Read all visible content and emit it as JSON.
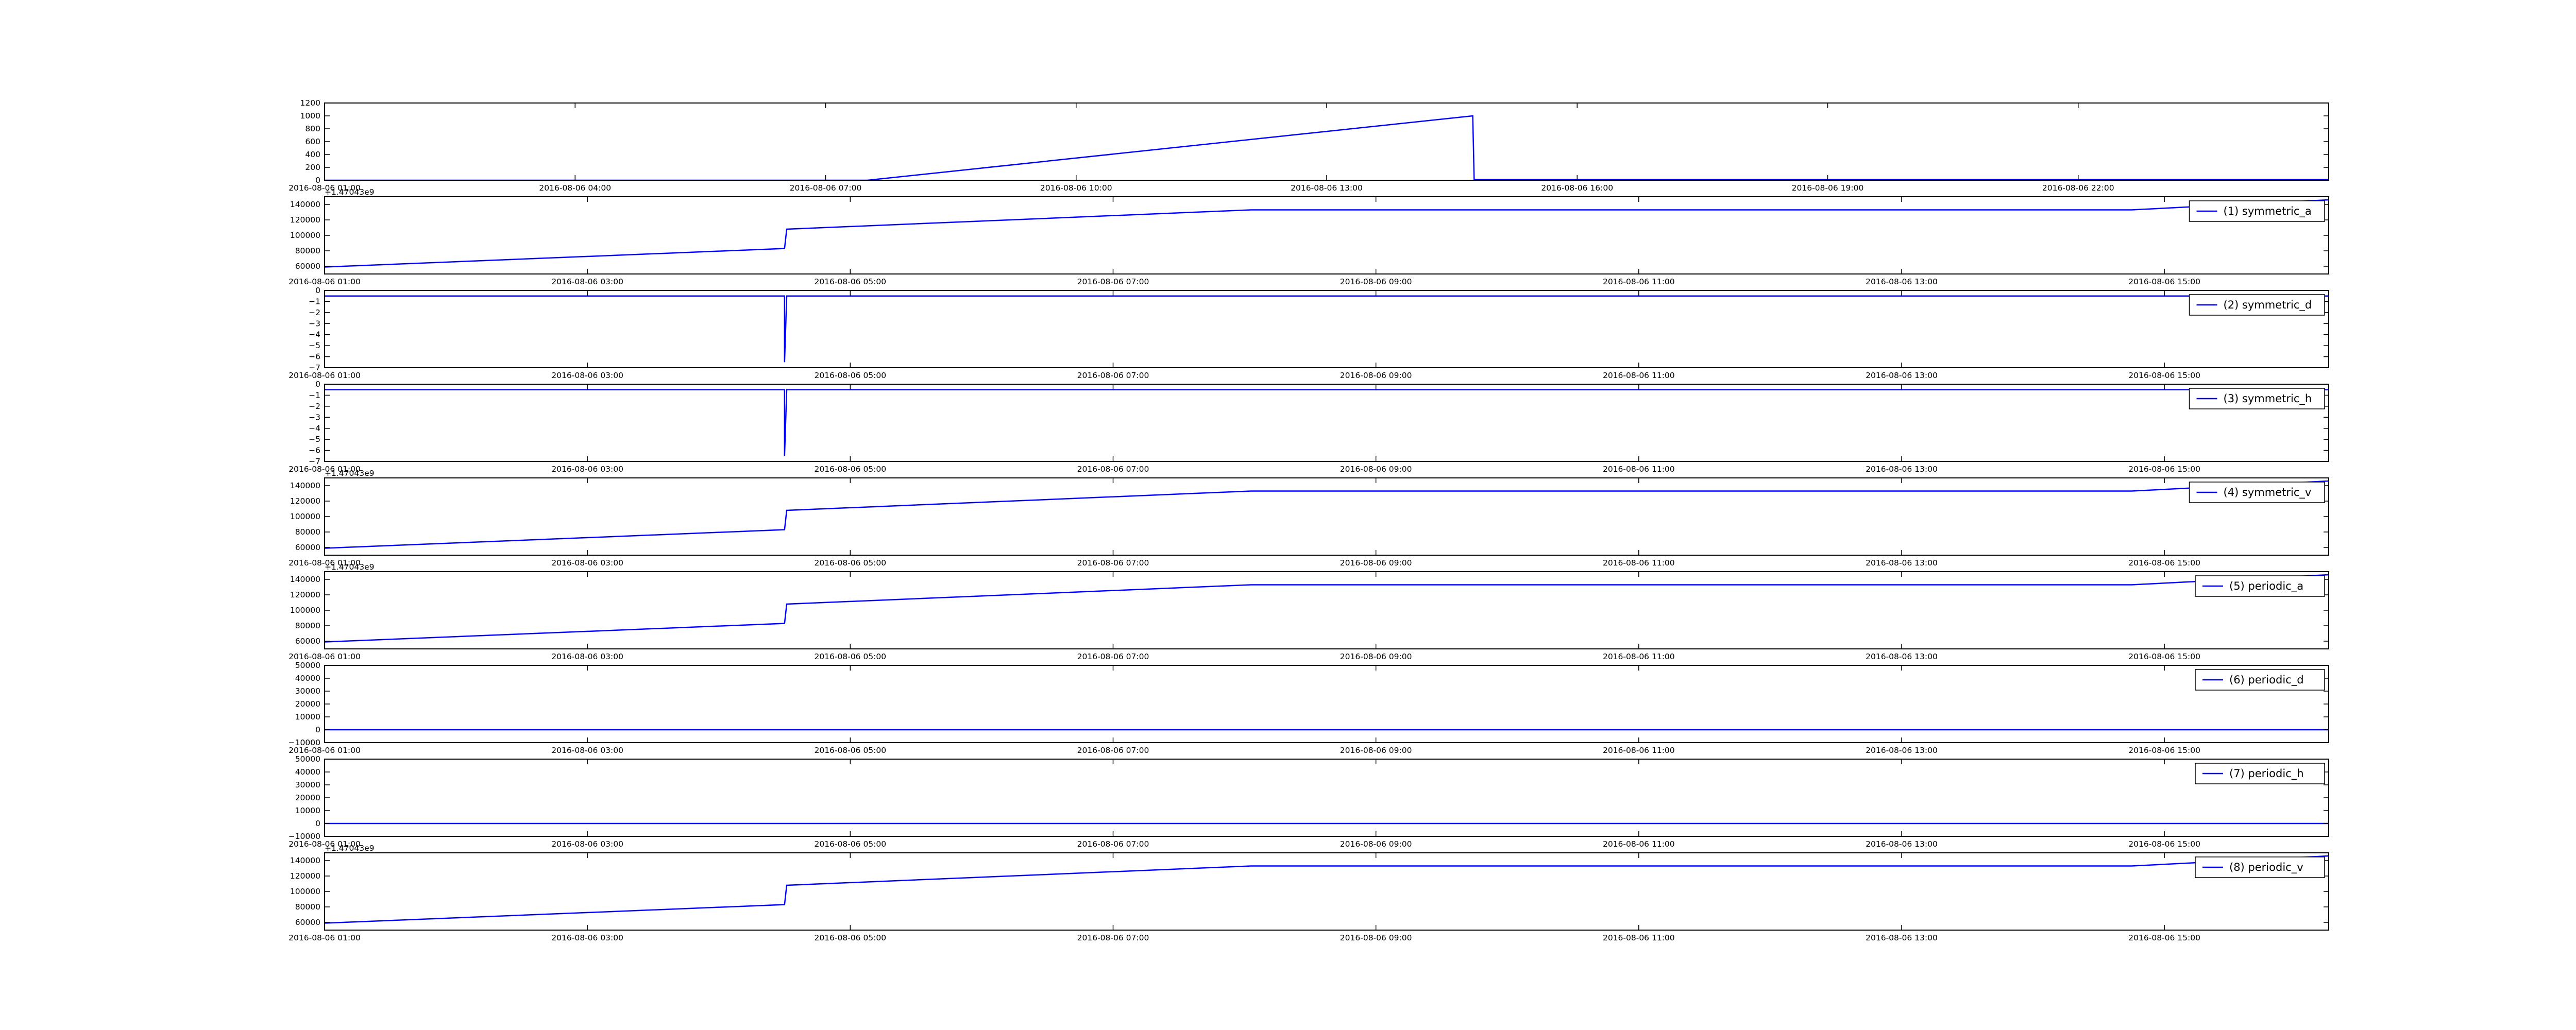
{
  "chart_data": [
    {
      "type": "line",
      "color": "#0000ff",
      "offset_label": "",
      "ylim": [
        0,
        1200
      ],
      "yticks": [
        0,
        200,
        400,
        600,
        800,
        1000,
        1200
      ],
      "ytick_labels": [
        "0",
        "200",
        "400",
        "600",
        "800",
        "1000",
        "1200"
      ],
      "xlim": [
        "2016-08-06 01:00",
        "2016-08-07 01:00"
      ],
      "xtick_labels": [
        "2016-08-06 01:00",
        "2016-08-06 04:00",
        "2016-08-06 07:00",
        "2016-08-06 10:00",
        "2016-08-06 13:00",
        "2016-08-06 16:00",
        "2016-08-06 19:00",
        "2016-08-06 22:00"
      ],
      "legend": "",
      "series": [
        {
          "x": [
            "2016-08-06 01:00",
            "2016-08-06 07:30",
            "2016-08-06 14:45",
            "2016-08-06 14:46",
            "2016-08-07 01:00"
          ],
          "y": [
            0,
            0,
            1000,
            10,
            10
          ]
        }
      ]
    },
    {
      "type": "line",
      "color": "#0000ff",
      "offset_label": "+1.47043e9",
      "ylim": [
        50000,
        150000
      ],
      "yticks": [
        60000,
        80000,
        100000,
        120000,
        140000
      ],
      "ytick_labels": [
        "60000",
        "80000",
        "100000",
        "120000",
        "140000"
      ],
      "xlim": [
        "2016-08-06 01:00",
        "2016-08-06 16:15"
      ],
      "xtick_labels": [
        "2016-08-06 01:00",
        "2016-08-06 03:00",
        "2016-08-06 05:00",
        "2016-08-06 07:00",
        "2016-08-06 09:00",
        "2016-08-06 11:00",
        "2016-08-06 13:00",
        "2016-08-06 15:00"
      ],
      "legend": "(1) symmetric_a",
      "series": [
        {
          "x": [
            "2016-08-06 01:00",
            "2016-08-06 04:30",
            "2016-08-06 04:31",
            "2016-08-06 08:03",
            "2016-08-06 14:45",
            "2016-08-06 16:15"
          ],
          "y": [
            59000,
            83000,
            108000,
            133000,
            133000,
            146000
          ]
        }
      ]
    },
    {
      "type": "line",
      "color": "#0000ff",
      "offset_label": "",
      "ylim": [
        -7,
        0
      ],
      "yticks": [
        -7,
        -6,
        -5,
        -4,
        -3,
        -2,
        -1,
        0
      ],
      "ytick_labels": [
        "−7",
        "−6",
        "−5",
        "−4",
        "−3",
        "−2",
        "−1",
        "0"
      ],
      "xlim": [
        "2016-08-06 01:00",
        "2016-08-06 16:15"
      ],
      "xtick_labels": [
        "2016-08-06 01:00",
        "2016-08-06 03:00",
        "2016-08-06 05:00",
        "2016-08-06 07:00",
        "2016-08-06 09:00",
        "2016-08-06 11:00",
        "2016-08-06 13:00",
        "2016-08-06 15:00"
      ],
      "legend": "(2) symmetric_d",
      "series": [
        {
          "x": [
            "2016-08-06 01:00",
            "2016-08-06 04:30",
            "2016-08-06 04:30",
            "2016-08-06 04:31",
            "2016-08-06 16:15"
          ],
          "y": [
            -0.5,
            -0.5,
            -6.5,
            -0.5,
            -0.5
          ]
        }
      ]
    },
    {
      "type": "line",
      "color": "#0000ff",
      "offset_label": "",
      "ylim": [
        -7,
        0
      ],
      "yticks": [
        -7,
        -6,
        -5,
        -4,
        -3,
        -2,
        -1,
        0
      ],
      "ytick_labels": [
        "−7",
        "−6",
        "−5",
        "−4",
        "−3",
        "−2",
        "−1",
        "0"
      ],
      "xlim": [
        "2016-08-06 01:00",
        "2016-08-06 16:15"
      ],
      "xtick_labels": [
        "2016-08-06 01:00",
        "2016-08-06 03:00",
        "2016-08-06 05:00",
        "2016-08-06 07:00",
        "2016-08-06 09:00",
        "2016-08-06 11:00",
        "2016-08-06 13:00",
        "2016-08-06 15:00"
      ],
      "legend": "(3) symmetric_h",
      "series": [
        {
          "x": [
            "2016-08-06 01:00",
            "2016-08-06 04:30",
            "2016-08-06 04:30",
            "2016-08-06 04:31",
            "2016-08-06 16:15"
          ],
          "y": [
            -0.5,
            -0.5,
            -6.5,
            -0.5,
            -0.5
          ]
        }
      ]
    },
    {
      "type": "line",
      "color": "#0000ff",
      "offset_label": "+1.47043e9",
      "ylim": [
        50000,
        150000
      ],
      "yticks": [
        60000,
        80000,
        100000,
        120000,
        140000
      ],
      "ytick_labels": [
        "60000",
        "80000",
        "100000",
        "120000",
        "140000"
      ],
      "xlim": [
        "2016-08-06 01:00",
        "2016-08-06 16:15"
      ],
      "xtick_labels": [
        "2016-08-06 01:00",
        "2016-08-06 03:00",
        "2016-08-06 05:00",
        "2016-08-06 07:00",
        "2016-08-06 09:00",
        "2016-08-06 11:00",
        "2016-08-06 13:00",
        "2016-08-06 15:00"
      ],
      "legend": "(4) symmetric_v",
      "series": [
        {
          "x": [
            "2016-08-06 01:00",
            "2016-08-06 04:30",
            "2016-08-06 04:31",
            "2016-08-06 08:03",
            "2016-08-06 14:45",
            "2016-08-06 16:15"
          ],
          "y": [
            59000,
            83000,
            108000,
            133000,
            133000,
            146000
          ]
        }
      ]
    },
    {
      "type": "line",
      "color": "#0000ff",
      "offset_label": "+1.47043e9",
      "ylim": [
        50000,
        150000
      ],
      "yticks": [
        60000,
        80000,
        100000,
        120000,
        140000
      ],
      "ytick_labels": [
        "60000",
        "80000",
        "100000",
        "120000",
        "140000"
      ],
      "xlim": [
        "2016-08-06 01:00",
        "2016-08-06 16:15"
      ],
      "xtick_labels": [
        "2016-08-06 01:00",
        "2016-08-06 03:00",
        "2016-08-06 05:00",
        "2016-08-06 07:00",
        "2016-08-06 09:00",
        "2016-08-06 11:00",
        "2016-08-06 13:00",
        "2016-08-06 15:00"
      ],
      "legend": "(5) periodic_a",
      "series": [
        {
          "x": [
            "2016-08-06 01:00",
            "2016-08-06 04:30",
            "2016-08-06 04:31",
            "2016-08-06 08:03",
            "2016-08-06 14:45",
            "2016-08-06 16:15"
          ],
          "y": [
            59000,
            83000,
            108000,
            133000,
            133000,
            146000
          ]
        }
      ]
    },
    {
      "type": "line",
      "color": "#0000ff",
      "offset_label": "",
      "ylim": [
        -10000,
        50000
      ],
      "yticks": [
        -10000,
        0,
        10000,
        20000,
        30000,
        40000,
        50000
      ],
      "ytick_labels": [
        "−10000",
        "0",
        "10000",
        "20000",
        "30000",
        "40000",
        "50000"
      ],
      "xlim": [
        "2016-08-06 01:00",
        "2016-08-06 16:15"
      ],
      "xtick_labels": [
        "2016-08-06 01:00",
        "2016-08-06 03:00",
        "2016-08-06 05:00",
        "2016-08-06 07:00",
        "2016-08-06 09:00",
        "2016-08-06 11:00",
        "2016-08-06 13:00",
        "2016-08-06 15:00"
      ],
      "legend": "(6) periodic_d",
      "series": [
        {
          "x": [
            "2016-08-06 01:00",
            "2016-08-06 16:15"
          ],
          "y": [
            0,
            0
          ]
        }
      ]
    },
    {
      "type": "line",
      "color": "#0000ff",
      "offset_label": "",
      "ylim": [
        -10000,
        50000
      ],
      "yticks": [
        -10000,
        0,
        10000,
        20000,
        30000,
        40000,
        50000
      ],
      "ytick_labels": [
        "−10000",
        "0",
        "10000",
        "20000",
        "30000",
        "40000",
        "50000"
      ],
      "xlim": [
        "2016-08-06 01:00",
        "2016-08-06 16:15"
      ],
      "xtick_labels": [
        "2016-08-06 01:00",
        "2016-08-06 03:00",
        "2016-08-06 05:00",
        "2016-08-06 07:00",
        "2016-08-06 09:00",
        "2016-08-06 11:00",
        "2016-08-06 13:00",
        "2016-08-06 15:00"
      ],
      "legend": "(7) periodic_h",
      "series": [
        {
          "x": [
            "2016-08-06 01:00",
            "2016-08-06 16:15"
          ],
          "y": [
            0,
            0
          ]
        }
      ]
    },
    {
      "type": "line",
      "color": "#0000ff",
      "offset_label": "+1.47043e9",
      "ylim": [
        50000,
        150000
      ],
      "yticks": [
        60000,
        80000,
        100000,
        120000,
        140000
      ],
      "ytick_labels": [
        "60000",
        "80000",
        "100000",
        "120000",
        "140000"
      ],
      "xlim": [
        "2016-08-06 01:00",
        "2016-08-06 16:15"
      ],
      "xtick_labels": [
        "2016-08-06 01:00",
        "2016-08-06 03:00",
        "2016-08-06 05:00",
        "2016-08-06 07:00",
        "2016-08-06 09:00",
        "2016-08-06 11:00",
        "2016-08-06 13:00",
        "2016-08-06 15:00"
      ],
      "legend": "(8) periodic_v",
      "series": [
        {
          "x": [
            "2016-08-06 01:00",
            "2016-08-06 04:30",
            "2016-08-06 04:31",
            "2016-08-06 08:03",
            "2016-08-06 14:45",
            "2016-08-06 16:15"
          ],
          "y": [
            59000,
            83000,
            108000,
            133000,
            133000,
            146000
          ]
        }
      ]
    }
  ]
}
